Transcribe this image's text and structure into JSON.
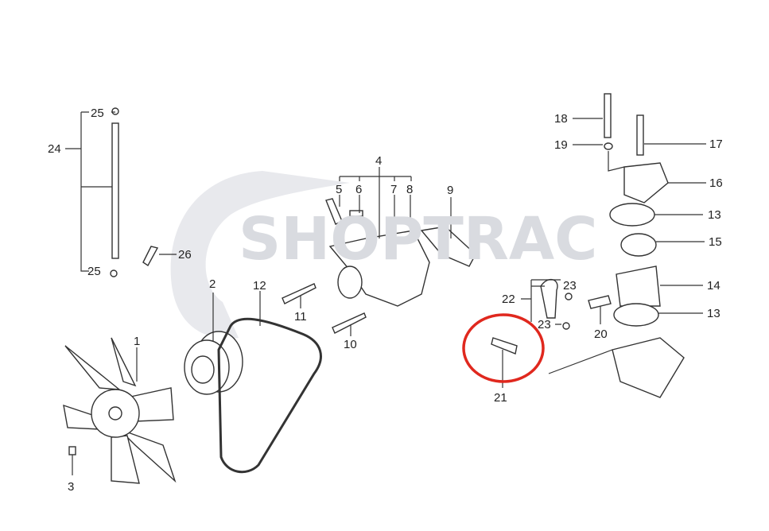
{
  "watermark": {
    "text": "SHOPTRAC",
    "color": "#d9dbe0"
  },
  "highlight": {
    "part": "21",
    "color": "#e0281e"
  },
  "callouts": [
    {
      "id": "c1",
      "label": "1"
    },
    {
      "id": "c2",
      "label": "2"
    },
    {
      "id": "c3",
      "label": "3"
    },
    {
      "id": "c4",
      "label": "4"
    },
    {
      "id": "c5",
      "label": "5"
    },
    {
      "id": "c6",
      "label": "6"
    },
    {
      "id": "c7",
      "label": "7"
    },
    {
      "id": "c8",
      "label": "8"
    },
    {
      "id": "c9",
      "label": "9"
    },
    {
      "id": "c10",
      "label": "10"
    },
    {
      "id": "c11",
      "label": "11"
    },
    {
      "id": "c12",
      "label": "12"
    },
    {
      "id": "c13a",
      "label": "13"
    },
    {
      "id": "c13b",
      "label": "13"
    },
    {
      "id": "c14",
      "label": "14"
    },
    {
      "id": "c15",
      "label": "15"
    },
    {
      "id": "c16",
      "label": "16"
    },
    {
      "id": "c17",
      "label": "17"
    },
    {
      "id": "c18",
      "label": "18"
    },
    {
      "id": "c19",
      "label": "19"
    },
    {
      "id": "c20",
      "label": "20"
    },
    {
      "id": "c21",
      "label": "21"
    },
    {
      "id": "c22",
      "label": "22"
    },
    {
      "id": "c23a",
      "label": "23"
    },
    {
      "id": "c23b",
      "label": "23"
    },
    {
      "id": "c24",
      "label": "24"
    },
    {
      "id": "c25a",
      "label": "25"
    },
    {
      "id": "c25b",
      "label": "25"
    },
    {
      "id": "c26",
      "label": "26"
    }
  ]
}
